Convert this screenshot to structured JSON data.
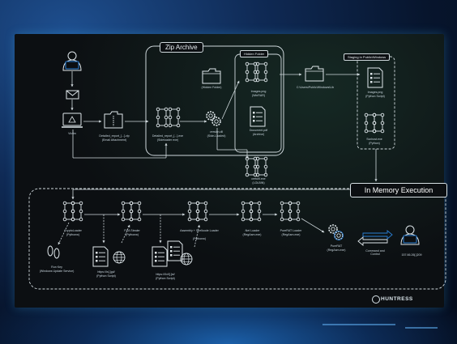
{
  "titles": {
    "zip_archive": "Zip Archive",
    "hidden_folder": "Hidden Folder",
    "staging": "Staging in Public\\Windows",
    "in_memory": "In Memory Execution"
  },
  "nodes": {
    "victim": "Victim",
    "detailed_report_zip": "Detailed_report_[...].zip",
    "detailed_report_zip_sub": "(Email Attachment)",
    "detailed_report_exe": "Detailed_report_[...].exe",
    "detailed_report_exe_sub": "(Sideloader exe)",
    "hidden_folder": "(Hidden Folder)",
    "version_dll": "version.dll",
    "version_dll_sub": "(Side-Loaded)",
    "images_png": "Images.png",
    "images_png_sub": "(WinRAR)",
    "document_pdf": "Document.pdf",
    "document_pdf_sub": "(Archive)",
    "certutil": "certutil.exe",
    "certutil_sub": "(LOLBIN)",
    "public_windows_lib": "C:\\Users\\Public\\Windows\\Lib",
    "images_png2": "Images.png",
    "images_png2_sub": "(Python Script)",
    "svchost": "Svchost.exe",
    "svchost_sub": "(Python)",
    "cryptoloader": "CryptoLoader",
    "cryptoloader_sub": "(Pythonw)",
    "pxa_stealer": "PXA Stealer",
    "pxa_stealer_sub": "(Pythonw)",
    "assembly_loader": "Assembly + Shellcode Loader",
    "assembly_loader_sub": "(Pythonw)",
    "net_loader": ".Net Loader",
    "net_loader_sub": "(RegAsm.exe)",
    "purerat_loader": "PureRAT Loader",
    "purerat_loader_sub": "(RegAsm.exe)",
    "purerat": "PureRAT",
    "purerat_sub": "(RegAsm.exe)",
    "c2_ip": "157.66.26[.]209",
    "command_control": "Command and Control",
    "run_key": "Run Key",
    "run_key_sub": "(Windows Update Service)",
    "url1": "https://is[.]gd/",
    "url1_sub": "(Python Script)",
    "url2": "https://0x0[.]st/",
    "url2_sub": "(Python Script)"
  },
  "brand": "HUNTRESS",
  "colors": {
    "node": "#dfe7eb",
    "accent": "#2a7fd4",
    "line": "#cfd8dc"
  }
}
